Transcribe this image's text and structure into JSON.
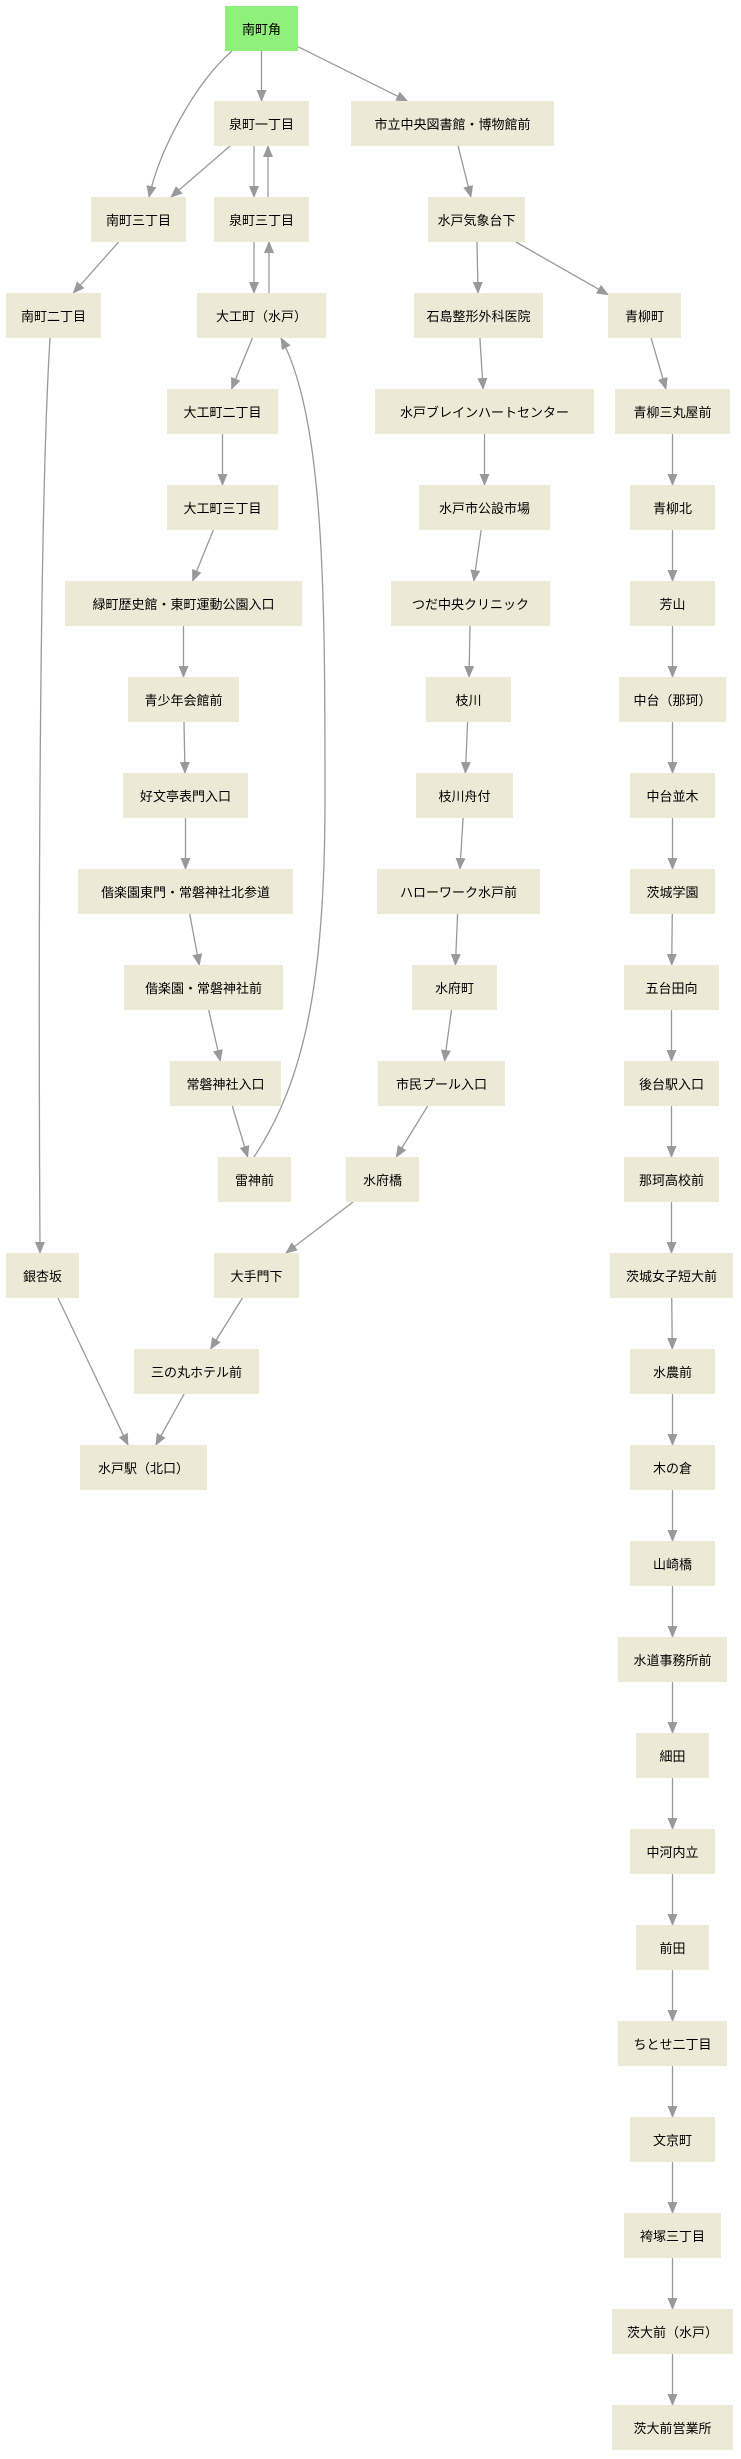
{
  "colors": {
    "node_fill": "#ecead6",
    "start_fill": "#8ff07a",
    "edge": "#999999",
    "text": "#000000"
  },
  "nodes": [
    {
      "id": "minamimachi_kado",
      "label": "南町角",
      "start": true
    },
    {
      "id": "izumicho1",
      "label": "泉町一丁目"
    },
    {
      "id": "shiritsu_toshokan",
      "label": "市立中央図書館・博物館前"
    },
    {
      "id": "minamimachi3",
      "label": "南町三丁目"
    },
    {
      "id": "izumicho3",
      "label": "泉町三丁目"
    },
    {
      "id": "mito_kishodai",
      "label": "水戸気象台下"
    },
    {
      "id": "minamimachi2",
      "label": "南町二丁目"
    },
    {
      "id": "daikucho_mito",
      "label": "大工町（水戸）"
    },
    {
      "id": "ishijima",
      "label": "石島整形外科医院"
    },
    {
      "id": "aoyagicho",
      "label": "青柳町"
    },
    {
      "id": "daikucho2",
      "label": "大工町二丁目"
    },
    {
      "id": "brain_heart",
      "label": "水戸ブレインハートセンター"
    },
    {
      "id": "aoyagi_sannomaru",
      "label": "青柳三丸屋前"
    },
    {
      "id": "daikucho3",
      "label": "大工町三丁目"
    },
    {
      "id": "koseshijo",
      "label": "水戸市公設市場"
    },
    {
      "id": "aoyagi_kita",
      "label": "青柳北"
    },
    {
      "id": "midoricho",
      "label": "緑町歴史館・東町運動公園入口"
    },
    {
      "id": "tsuda",
      "label": "つだ中央クリニック"
    },
    {
      "id": "yoshiyama",
      "label": "芳山"
    },
    {
      "id": "seishonen",
      "label": "青少年会館前"
    },
    {
      "id": "edagawa",
      "label": "枝川"
    },
    {
      "id": "nakadai_naka",
      "label": "中台（那珂）"
    },
    {
      "id": "kobuntei",
      "label": "好文亭表門入口"
    },
    {
      "id": "edagawa_funatsuki",
      "label": "枝川舟付"
    },
    {
      "id": "nakadai_namiki",
      "label": "中台並木"
    },
    {
      "id": "kairakuen_higashimon",
      "label": "偕楽園東門・常磐神社北参道"
    },
    {
      "id": "hellowork",
      "label": "ハローワーク水戸前"
    },
    {
      "id": "ibaraki_gakuen",
      "label": "茨城学園"
    },
    {
      "id": "kairakuen_tokiwa",
      "label": "偕楽園・常磐神社前"
    },
    {
      "id": "suifucho",
      "label": "水府町"
    },
    {
      "id": "godaitamukai",
      "label": "五台田向"
    },
    {
      "id": "tokiwa_iriguchi",
      "label": "常磐神社入口"
    },
    {
      "id": "shimin_pool",
      "label": "市民プール入口"
    },
    {
      "id": "godai_eki",
      "label": "後台駅入口"
    },
    {
      "id": "raijin",
      "label": "雷神前"
    },
    {
      "id": "suifubashi",
      "label": "水府橋"
    },
    {
      "id": "naka_koko",
      "label": "那珂高校前"
    },
    {
      "id": "ginkichi",
      "label": "銀杏坂"
    },
    {
      "id": "otemon",
      "label": "大手門下"
    },
    {
      "id": "joshi_tandai",
      "label": "茨城女子短大前"
    },
    {
      "id": "sannomaru_hotel",
      "label": "三の丸ホテル前"
    },
    {
      "id": "suino",
      "label": "水農前"
    },
    {
      "id": "mito_eki",
      "label": "水戸駅（北口）"
    },
    {
      "id": "kinokura",
      "label": "木の倉"
    },
    {
      "id": "yamazakibashi",
      "label": "山崎橋"
    },
    {
      "id": "suido",
      "label": "水道事務所前"
    },
    {
      "id": "hosoda",
      "label": "細田"
    },
    {
      "id": "nakagawachi",
      "label": "中河内立"
    },
    {
      "id": "maeda",
      "label": "前田"
    },
    {
      "id": "chitose2",
      "label": "ちとせ二丁目"
    },
    {
      "id": "bunkyocho",
      "label": "文京町"
    },
    {
      "id": "hakamazuka3",
      "label": "袴塚三丁目"
    },
    {
      "id": "ibadaimae",
      "label": "茨大前（水戸）"
    },
    {
      "id": "ibadai_eigyosho",
      "label": "茨大前営業所"
    }
  ],
  "edges": [
    [
      "minamimachi_kado",
      "izumicho1"
    ],
    [
      "minamimachi_kado",
      "shiritsu_toshokan"
    ],
    [
      "minamimachi_kado",
      "minamimachi3"
    ],
    [
      "izumicho1",
      "minamimachi3"
    ],
    [
      "izumicho1",
      "izumicho3"
    ],
    [
      "izumicho3",
      "izumicho1"
    ],
    [
      "izumicho3",
      "daikucho_mito"
    ],
    [
      "daikucho_mito",
      "izumicho3"
    ],
    [
      "minamimachi3",
      "minamimachi2"
    ],
    [
      "minamimachi2",
      "ginkichi"
    ],
    [
      "daikucho_mito",
      "daikucho2"
    ],
    [
      "daikucho2",
      "daikucho3"
    ],
    [
      "daikucho3",
      "midoricho"
    ],
    [
      "midoricho",
      "seishonen"
    ],
    [
      "seishonen",
      "kobuntei"
    ],
    [
      "kobuntei",
      "kairakuen_higashimon"
    ],
    [
      "kairakuen_higashimon",
      "kairakuen_tokiwa"
    ],
    [
      "kairakuen_tokiwa",
      "tokiwa_iriguchi"
    ],
    [
      "tokiwa_iriguchi",
      "raijin"
    ],
    [
      "raijin",
      "daikucho_mito"
    ],
    [
      "shiritsu_toshokan",
      "mito_kishodai"
    ],
    [
      "mito_kishodai",
      "ishijima"
    ],
    [
      "mito_kishodai",
      "aoyagicho"
    ],
    [
      "ishijima",
      "brain_heart"
    ],
    [
      "brain_heart",
      "koseshijo"
    ],
    [
      "koseshijo",
      "tsuda"
    ],
    [
      "tsuda",
      "edagawa"
    ],
    [
      "edagawa",
      "edagawa_funatsuki"
    ],
    [
      "edagawa_funatsuki",
      "hellowork"
    ],
    [
      "hellowork",
      "suifucho"
    ],
    [
      "suifucho",
      "shimin_pool"
    ],
    [
      "shimin_pool",
      "suifubashi"
    ],
    [
      "suifubashi",
      "otemon"
    ],
    [
      "otemon",
      "sannomaru_hotel"
    ],
    [
      "sannomaru_hotel",
      "mito_eki"
    ],
    [
      "ginkichi",
      "mito_eki"
    ],
    [
      "aoyagicho",
      "aoyagi_sannomaru"
    ],
    [
      "aoyagi_sannomaru",
      "aoyagi_kita"
    ],
    [
      "aoyagi_kita",
      "yoshiyama"
    ],
    [
      "yoshiyama",
      "nakadai_naka"
    ],
    [
      "nakadai_naka",
      "nakadai_namiki"
    ],
    [
      "nakadai_namiki",
      "ibaraki_gakuen"
    ],
    [
      "ibaraki_gakuen",
      "godaitamukai"
    ],
    [
      "godaitamukai",
      "godai_eki"
    ],
    [
      "godai_eki",
      "naka_koko"
    ],
    [
      "naka_koko",
      "joshi_tandai"
    ],
    [
      "joshi_tandai",
      "suino"
    ],
    [
      "suino",
      "kinokura"
    ],
    [
      "kinokura",
      "yamazakibashi"
    ],
    [
      "yamazakibashi",
      "suido"
    ],
    [
      "suido",
      "hosoda"
    ],
    [
      "hosoda",
      "nakagawachi"
    ],
    [
      "nakagawachi",
      "maeda"
    ],
    [
      "maeda",
      "chitose2"
    ],
    [
      "chitose2",
      "bunkyocho"
    ],
    [
      "bunkyocho",
      "hakamazuka3"
    ],
    [
      "hakamazuka3",
      "ibadaimae"
    ],
    [
      "ibadaimae",
      "ibadai_eigyosho"
    ]
  ]
}
